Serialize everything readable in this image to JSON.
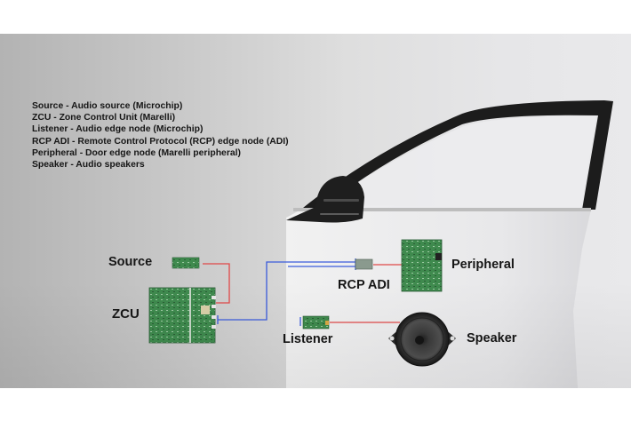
{
  "legend": [
    "Source - Audio source (Microchip)",
    "ZCU - Zone Control Unit (Marelli)",
    "Listener - Audio edge node (Microchip)",
    "RCP ADI - Remote Control Protocol (RCP) edge node (ADI)",
    "Peripheral - Door edge node (Marelli peripheral)",
    "Speaker - Audio speakers"
  ],
  "nodes": {
    "source": "Source",
    "zcu": "ZCU",
    "listener": "Listener",
    "rcp_adi": "RCP ADI",
    "peripheral": "Peripheral",
    "speaker": "Speaker"
  },
  "colors": {
    "bus_line": "#3b5bdb",
    "analog_line": "#e04848",
    "pcb_green": "#3f8a4e"
  }
}
